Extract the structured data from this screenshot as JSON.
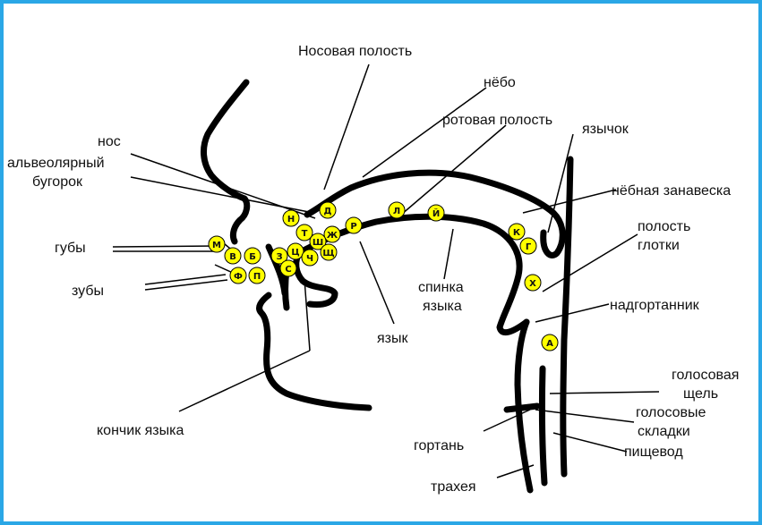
{
  "accent_color": "#2aa7e6",
  "badge_color": "#ffff00",
  "labels": {
    "nasal_cavity": "Носовая полость",
    "palate": "нёбо",
    "oral_cavity": "ротовая полость",
    "uvula": "язычок",
    "nose": "нос",
    "alveolar_line1": "альвеолярный",
    "alveolar_line2": "бугорок",
    "soft_palate": "нёбная занавеска",
    "pharynx_line1": "полость",
    "pharynx_line2": "глотки",
    "lips": "губы",
    "teeth": "зубы",
    "tongue_back_line1": "спинка",
    "tongue_back_line2": "языка",
    "epiglottis": "надгортанник",
    "tongue": "язык",
    "glottis_line1": "голосовая",
    "glottis_line2": "щель",
    "vocal_folds_line1": "голосовые",
    "vocal_folds_line2": "складки",
    "tongue_tip": "кончик языка",
    "esophagus": "пищевод",
    "larynx": "гортань",
    "trachea": "трахея"
  },
  "sounds": {
    "n": "Н",
    "d": "Д",
    "l": "Л",
    "y": "Й",
    "r": "Р",
    "t": "Т",
    "zh": "Ж",
    "sh": "Ш",
    "m": "М",
    "b": "Б",
    "z": "З",
    "ts": "Ц",
    "ch": "Ч",
    "shch": "Щ",
    "v": "В",
    "s": "С",
    "f": "Ф",
    "p": "П",
    "k": "К",
    "g": "Г",
    "kh": "Х",
    "a": "А"
  }
}
